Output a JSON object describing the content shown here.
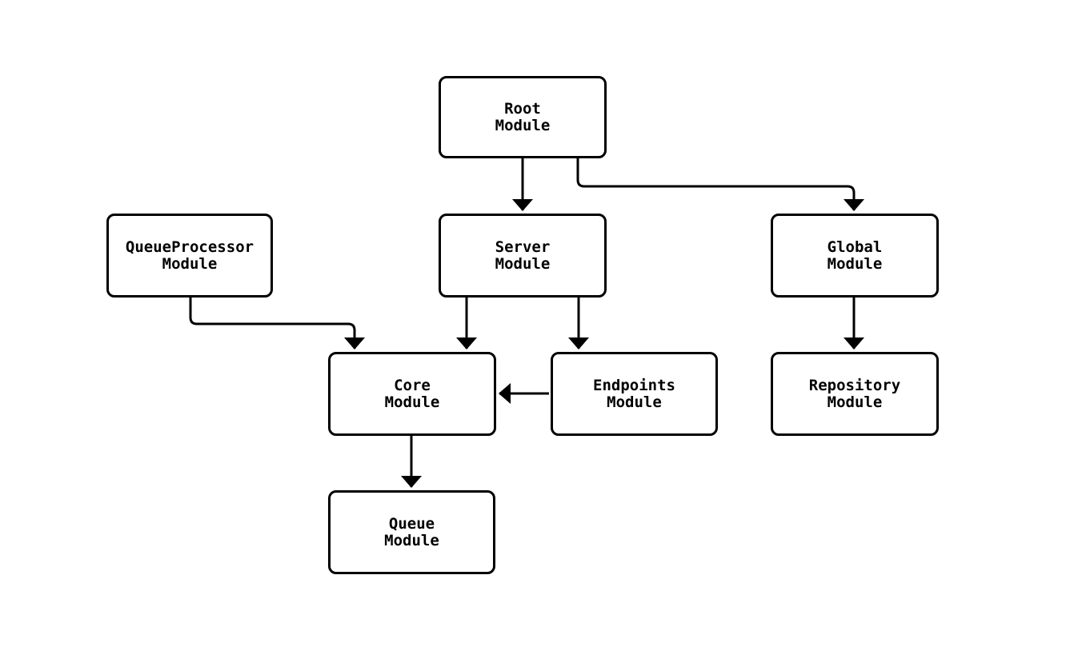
{
  "diagram": {
    "kind": "module-dependency-flowchart",
    "colors": {
      "background": "#ffffff",
      "node_fill": "#ffffff",
      "node_border": "#000000",
      "edge_stroke": "#000000",
      "text": "#000000"
    },
    "nodes": [
      {
        "id": "root",
        "lines": [
          "Root",
          "Module"
        ]
      },
      {
        "id": "queueprocessor",
        "lines": [
          "QueueProcessor",
          "Module"
        ]
      },
      {
        "id": "server",
        "lines": [
          "Server",
          "Module"
        ]
      },
      {
        "id": "global",
        "lines": [
          "Global",
          "Module"
        ]
      },
      {
        "id": "core",
        "lines": [
          "Core",
          "Module"
        ]
      },
      {
        "id": "endpoints",
        "lines": [
          "Endpoints",
          "Module"
        ]
      },
      {
        "id": "repository",
        "lines": [
          "Repository",
          "Module"
        ]
      },
      {
        "id": "queue",
        "lines": [
          "Queue",
          "Module"
        ]
      }
    ],
    "edges": [
      {
        "from": "root",
        "to": "server"
      },
      {
        "from": "root",
        "to": "global"
      },
      {
        "from": "queueprocessor",
        "to": "core"
      },
      {
        "from": "server",
        "to": "core"
      },
      {
        "from": "server",
        "to": "endpoints"
      },
      {
        "from": "endpoints",
        "to": "core"
      },
      {
        "from": "global",
        "to": "repository"
      },
      {
        "from": "core",
        "to": "queue"
      }
    ]
  }
}
